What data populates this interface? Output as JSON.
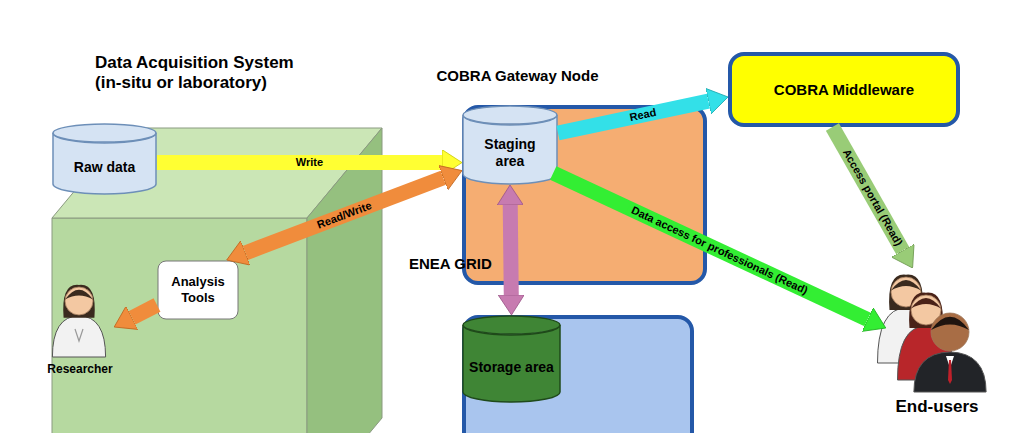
{
  "diagram": {
    "nodes": [
      {
        "text": [
          "Data Acquisition System (in-situ or laboratory)"
        ]
      },
      {
        "text": [
          "Raw data"
        ],
        "in": 0
      },
      {
        "text": [
          "Analysis Tools"
        ],
        "in": 0
      },
      {
        "text": [
          "Researcher"
        ],
        "in": 0
      },
      {
        "text": [
          "COBRA Gateway Node"
        ]
      },
      {
        "text": [
          "Staging area"
        ],
        "in": 4
      },
      {
        "text": [
          "ENEA GRID"
        ]
      },
      {
        "text": [
          "Storage area"
        ],
        "in": 6
      },
      {
        "text": [
          "COBRA Middleware"
        ]
      },
      {
        "text": [
          "End-users"
        ]
      }
    ],
    "edges": [
      {
        "from": 1,
        "to": 5,
        "label": "Write",
        "arrow": "to"
      },
      {
        "from": 2,
        "to": 5,
        "label": "Read/Write",
        "arrow": "both"
      },
      {
        "from": 2,
        "to": 3,
        "arrow": "to"
      },
      {
        "from": 5,
        "to": 7,
        "arrow": "both"
      },
      {
        "from": 5,
        "to": 8,
        "label": "Read",
        "arrow": "to"
      },
      {
        "from": 5,
        "to": 9,
        "label": "Data access for professionals (Read)",
        "arrow": "to"
      },
      {
        "from": 8,
        "to": 9,
        "label": "Access portal (Read)",
        "arrow": "to"
      }
    ]
  }
}
